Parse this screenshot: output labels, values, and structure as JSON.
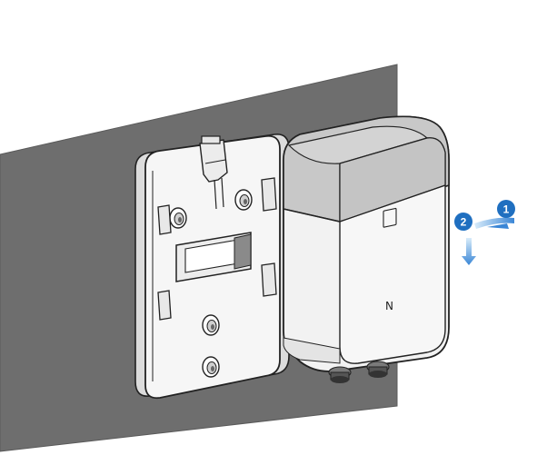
{
  "diagram": {
    "steps": [
      {
        "number": "1",
        "direction": "tilt-out"
      },
      {
        "number": "2",
        "direction": "pull-down"
      }
    ],
    "device_logo_letter": "N",
    "colors": {
      "wall": "#6e6e6e",
      "wall_edge": "#5a5a5a",
      "step_badge": "#1f6fc0",
      "arrow": "#3a86d6",
      "device_top": "#c8c8c8",
      "device_body": "#f4f4f4",
      "outline": "#222222"
    }
  }
}
